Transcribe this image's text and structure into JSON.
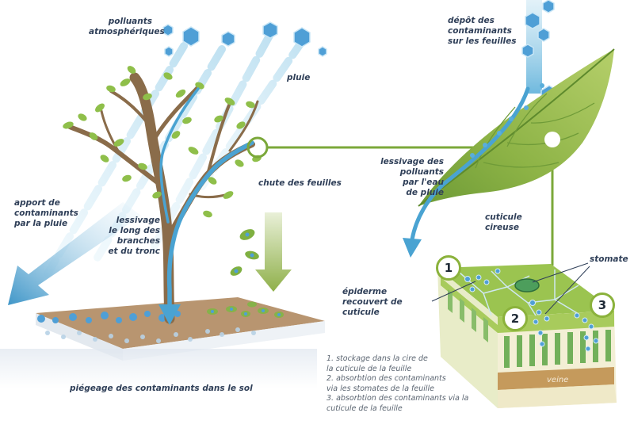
{
  "labels": {
    "polluants": [
      "polluants",
      "atmosphériques"
    ],
    "pluie": [
      "pluie"
    ],
    "depot": [
      "dépôt des",
      "contaminants",
      "sur les feuilles"
    ],
    "apport": [
      "apport de",
      "contaminants",
      "par la pluie"
    ],
    "lessivage_tronc": [
      "lessivage",
      "le long des",
      "branches",
      "et du tronc"
    ],
    "chute": [
      "chute des feuilles"
    ],
    "lessivage_pluie": [
      "lessivage des",
      "polluants",
      "par l'eau",
      "de pluie"
    ],
    "cuticule": [
      "cuticule",
      "cireuse"
    ],
    "stomate": [
      "stomate"
    ],
    "epiderme": [
      "épiderme",
      "recouvert de",
      "cuticule"
    ],
    "piegeage": [
      "piégeage des contaminants dans le sol"
    ],
    "veine": "veine"
  },
  "markers": [
    "1",
    "2",
    "3"
  ],
  "legend": [
    "1. stockage dans la cire de",
    "la cuticule de la feuille",
    "2. absorbtion des contaminants",
    "via les stomates de la feuille",
    "3. absorbtion des contaminants via la",
    "cuticule de la feuille"
  ],
  "colors": {
    "water": "#4ba6d2",
    "hexagon": "#4f9fd6",
    "leaf": "#8cb83e",
    "trunk": "#8a6c4a",
    "soil": "#b89570",
    "connector": "#7ba83a",
    "text": "#2f3f58"
  }
}
